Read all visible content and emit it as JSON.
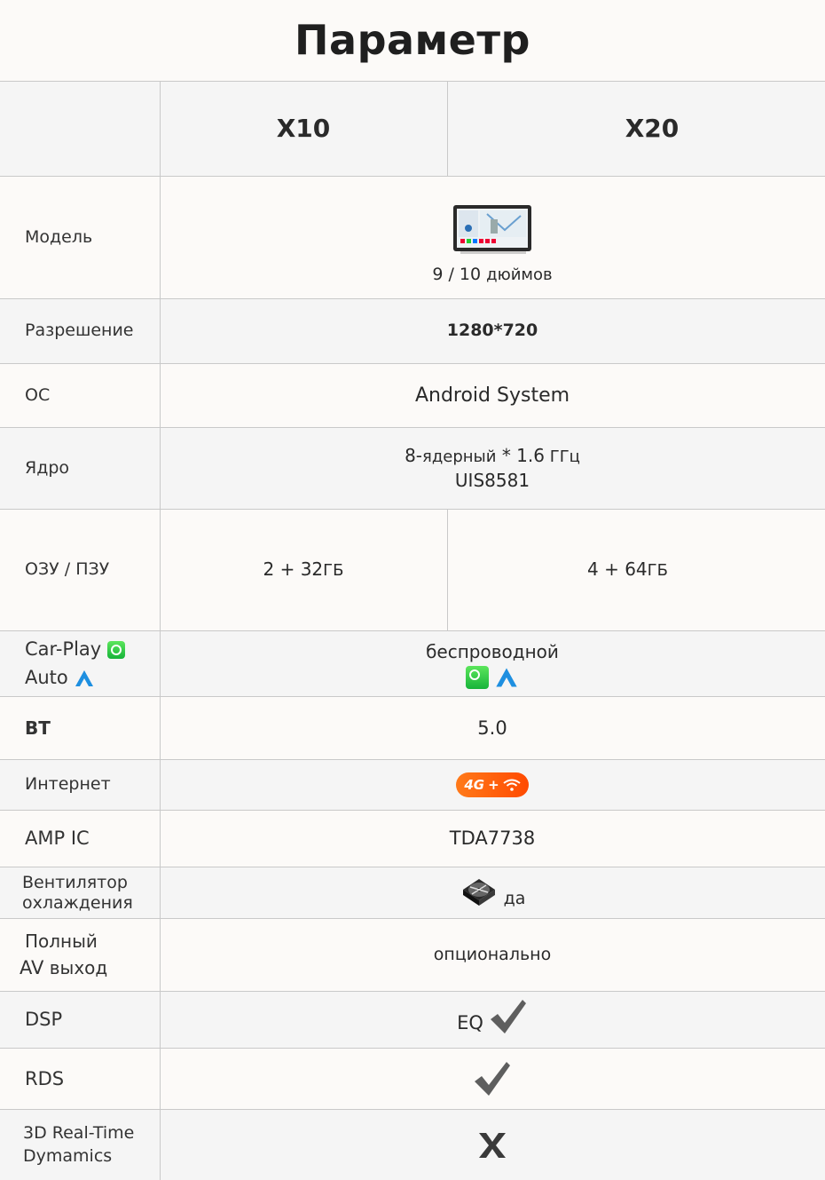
{
  "title": "Параметр",
  "header": {
    "col1": "X10",
    "col2": "X20"
  },
  "rows": {
    "model": {
      "label": "Модель",
      "size_num": "9 / 10",
      "size_unit": "дюймов"
    },
    "resolution": {
      "label": "Разрешение",
      "value": "1280*720"
    },
    "os": {
      "label": "ОС",
      "value": "Android System"
    },
    "core": {
      "label": "Ядро",
      "line1_a": "8-",
      "line1_b": "ядерный",
      "line1_c": " * 1.6",
      "line1_d": " ГГц",
      "line2": "UIS8581"
    },
    "memory": {
      "label": "ОЗУ / ПЗУ",
      "x10_num": "2 + 32",
      "x10_unit": "ГБ",
      "x20_num": "4 + 64",
      "x20_unit": "ГБ"
    },
    "carplay": {
      "label1": "Car-Play",
      "label2": "Auto",
      "value": "беспроводной"
    },
    "bt": {
      "label": "BT",
      "value": "5.0"
    },
    "internet": {
      "label": "Интернет",
      "badge_text": "4G",
      "badge_plus": "+"
    },
    "amp": {
      "label": "AMP IC",
      "value": "TDA7738"
    },
    "fan": {
      "label1": "Вентилятор",
      "label2": "охлаждения",
      "value": "да"
    },
    "av": {
      "label1": "Полный",
      "label2_a": "AV",
      "label2_b": " выход",
      "value": "опционально"
    },
    "dsp": {
      "label": "DSP",
      "value": "EQ"
    },
    "rds": {
      "label": "RDS"
    },
    "dynamics": {
      "label1": "3D Real-Time",
      "label2": "Dymamics"
    }
  },
  "colors": {
    "check": "#5e5e5e",
    "carplay": "#2ec94a",
    "auto": "#1e8fe0",
    "internet": "#ff5a00"
  }
}
